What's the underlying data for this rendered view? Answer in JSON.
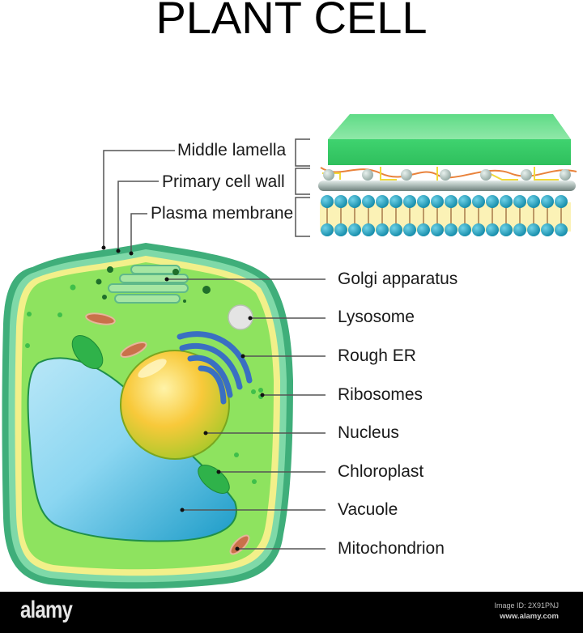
{
  "title": "PLANT CELL",
  "membrane_labels": [
    {
      "id": "middle-lamella",
      "label": "Middle lamella"
    },
    {
      "id": "primary-cell-wall",
      "label": "Primary cell wall"
    },
    {
      "id": "plasma-membrane",
      "label": "Plasma membrane"
    }
  ],
  "organelle_labels": [
    {
      "id": "golgi-apparatus",
      "label": "Golgi apparatus"
    },
    {
      "id": "lysosome",
      "label": "Lysosome"
    },
    {
      "id": "rough-er",
      "label": "Rough ER"
    },
    {
      "id": "ribosomes",
      "label": "Ribosomes"
    },
    {
      "id": "nucleus",
      "label": "Nucleus"
    },
    {
      "id": "chloroplast",
      "label": "Chloroplast"
    },
    {
      "id": "vacuole",
      "label": "Vacuole"
    },
    {
      "id": "mitochondrion",
      "label": "Mitochondrion"
    }
  ],
  "colors": {
    "cytoplasm": "#8ee35f",
    "cell_wall_outer": "#3fae7a",
    "cell_wall_inner": "#7fd9a8",
    "plasma_membrane": "#f2f08a",
    "nucleus": "#f8c93a",
    "vacuole": "#4cc0e6",
    "rough_er": "#3a6fc2",
    "chloroplast": "#2fb24a",
    "mitochondrion": "#c9714a",
    "lysosome": "#e4e4e4",
    "phospholipid_head": "#1fa7c6",
    "cell_wall_block": "#3fd36f"
  },
  "footer": {
    "logo": "alamy",
    "image_id": "Image ID: 2X91PNJ",
    "url": "www.alamy.com"
  }
}
